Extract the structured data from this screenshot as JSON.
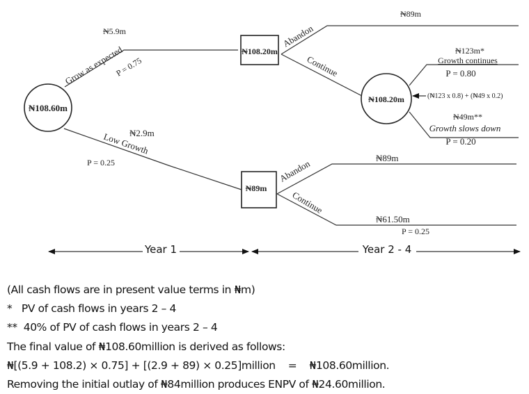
{
  "root": {
    "value": "₦108.60m"
  },
  "branches": {
    "grow": {
      "label": "Grow as expected",
      "cash": "₦5.9m",
      "prob": "P = 0.75"
    },
    "low": {
      "label": "Low Growth",
      "cash": "₦2.9m",
      "prob": "P = 0.25"
    }
  },
  "decision_upper": {
    "value": "₦108.20m",
    "abandon_label": "Abandon",
    "abandon_value": "₦89m",
    "continue_label": "Continue"
  },
  "chance_upper": {
    "value": "₦108.20m",
    "formula": "(₦123 x 0.8) + (₦49 x 0.2)",
    "continues": {
      "value": "₦123m*",
      "label": "Growth continues",
      "prob": "P = 0.80"
    },
    "slows": {
      "value": "₦49m**",
      "label": "Growth slows down",
      "prob": "P = 0.20"
    }
  },
  "decision_lower": {
    "value": "₦89m",
    "abandon_label": "Abandon",
    "abandon_value": "₦89m",
    "continue_label": "Continue",
    "continue_value": "₦61.50m",
    "continue_prob": "P = 0.25"
  },
  "timeline": {
    "year1": "Year 1",
    "year2_4": "Year 2 - 4"
  },
  "notes": [
    "(All cash flows are in present value terms in ₦m)",
    "*   PV of cash flows in years 2 – 4",
    "**  40% of PV of cash flows in years 2 – 4",
    "The final value of ₦108.60million is derived as follows:",
    "₦[(5.9 + 108.2) × 0.75] + [(2.9 + 89) × 0.25]million    =    ₦108.60million.",
    "Removing the initial outlay of ₦84million produces ENPV of ₦24.60million."
  ]
}
